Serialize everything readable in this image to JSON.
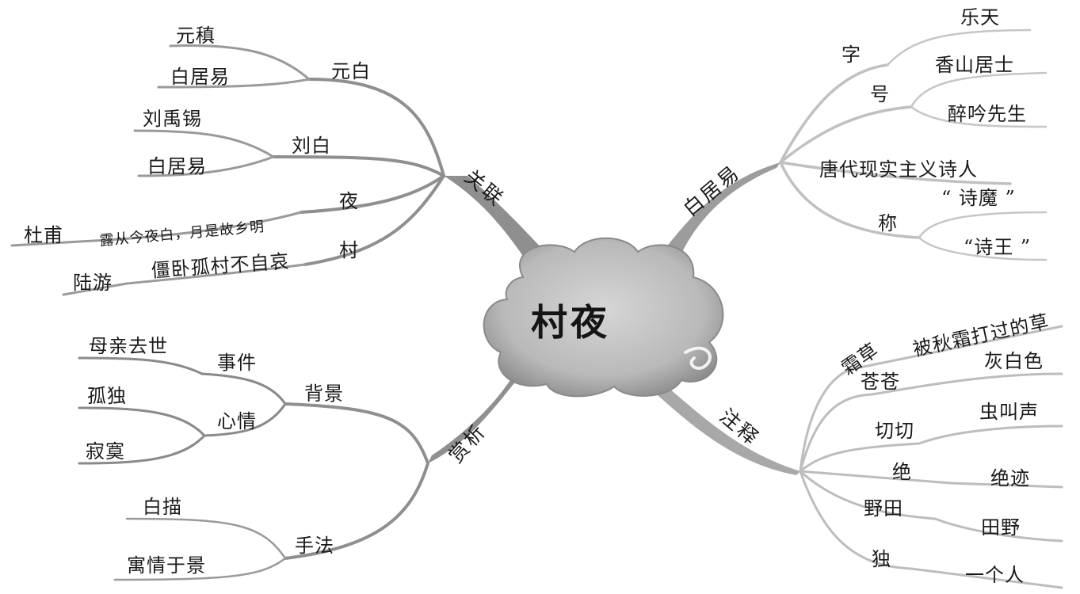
{
  "center": "村夜",
  "branches": {
    "guanlian": {
      "label": "关联",
      "yuanbai": {
        "label": "元白",
        "leaves": [
          "元稹",
          "白居易"
        ]
      },
      "liubai": {
        "label": "刘白",
        "leaves": [
          "刘禹锡",
          "白居易"
        ]
      },
      "ye": {
        "label": "夜",
        "quote": "露从今夜白，月是故乡明",
        "author": "杜甫"
      },
      "cun": {
        "label": "村",
        "quote": "僵卧孤村不自哀",
        "author": "陆游"
      }
    },
    "baijuyi": {
      "label": "白居易",
      "zi": {
        "label": "字",
        "value": "乐天"
      },
      "hao": {
        "label": "号",
        "values": [
          "香山居士",
          "醉吟先生"
        ]
      },
      "desc": "唐代现实主义诗人",
      "cheng": {
        "label": "称",
        "values": [
          "“ 诗魔 ”",
          "“诗王 ”"
        ]
      }
    },
    "shangxi": {
      "label": "赏析",
      "beijing": {
        "label": "背景",
        "shijian": {
          "label": "事件",
          "value": "母亲去世"
        },
        "xinqing": {
          "label": "心情",
          "values": [
            "孤独",
            "寂寞"
          ]
        }
      },
      "shoufa": {
        "label": "手法",
        "values": [
          "白描",
          "寓情于景"
        ]
      }
    },
    "zhushi": {
      "label": "注释",
      "items": [
        {
          "term": "霜草",
          "meaning": "被秋霜打过的草"
        },
        {
          "term": "苍苍",
          "meaning": "灰白色"
        },
        {
          "term": "切切",
          "meaning": "虫叫声"
        },
        {
          "term": "绝",
          "meaning": "绝迹"
        },
        {
          "term": "野田",
          "meaning": "田野"
        },
        {
          "term": "独",
          "meaning": "一个人"
        }
      ]
    }
  },
  "colors": {
    "left_branch": "#8f8f8f",
    "right_branch": "#bdbdbd",
    "cloud_fill": "#bcbcbc",
    "text": "#1a1a1a"
  }
}
